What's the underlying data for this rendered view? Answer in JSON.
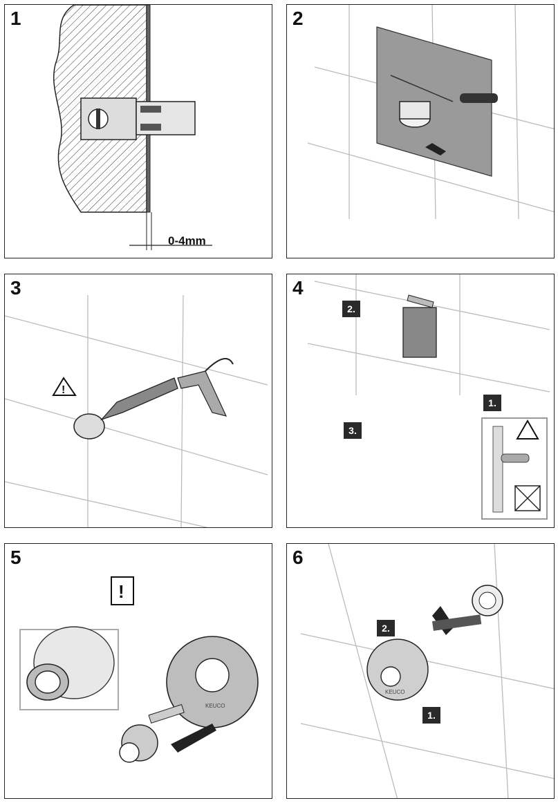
{
  "panels": [
    {
      "number": "1"
    },
    {
      "number": "2"
    },
    {
      "number": "3"
    },
    {
      "number": "4"
    },
    {
      "number": "5"
    },
    {
      "number": "6"
    }
  ],
  "panel1": {
    "dimension_label": "0-4mm"
  },
  "panel4": {
    "step_1": "1.",
    "step_2": "2.",
    "step_3": "3."
  },
  "panel5": {
    "brand": "KEUCO"
  },
  "panel6": {
    "step_1": "1.",
    "step_2": "2.",
    "brand": "KEUCO"
  }
}
